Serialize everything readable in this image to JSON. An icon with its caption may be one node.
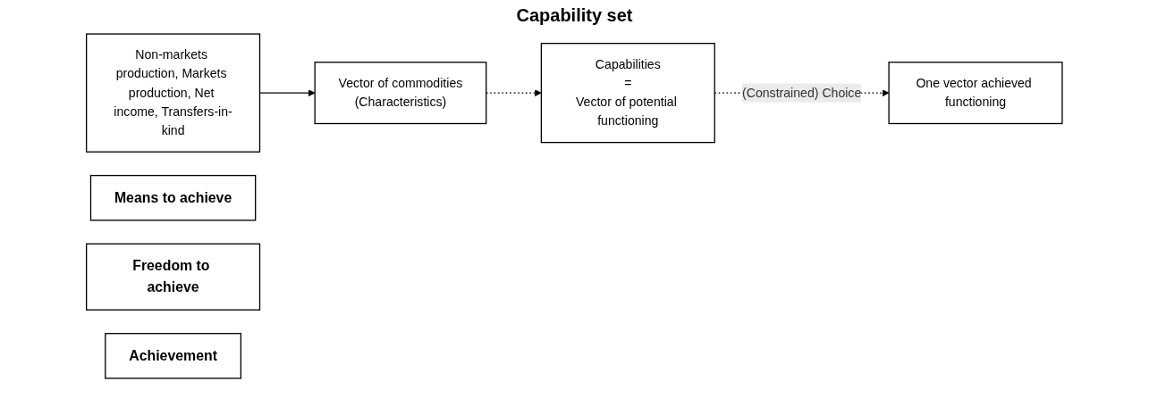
{
  "diagram": {
    "title": "Capability set",
    "nodes": [
      {
        "text": [
          "Non-markets production, Markets production, Net income, Transfers-in-kind"
        ]
      },
      {
        "text": [
          "Vector of commodities",
          "(Characteristics)"
        ]
      },
      {
        "text": [
          "Capabilities",
          "=",
          "Vector of potential functioning"
        ]
      },
      {
        "text": [
          "One vector achieved functioning"
        ]
      },
      {
        "text": [
          "Means to achieve"
        ]
      },
      {
        "text": [
          "Freedom to achieve"
        ]
      },
      {
        "text": [
          "Achievement"
        ]
      }
    ],
    "edges": [
      {
        "from": 0,
        "to": 1,
        "arrow": "to"
      },
      {
        "from": 1,
        "to": 2,
        "arrow": "to",
        "style": "dashed"
      },
      {
        "from": 2,
        "to": 3,
        "arrow": "to",
        "style": "dashed",
        "label": "(Constrained) Choice"
      }
    ]
  }
}
